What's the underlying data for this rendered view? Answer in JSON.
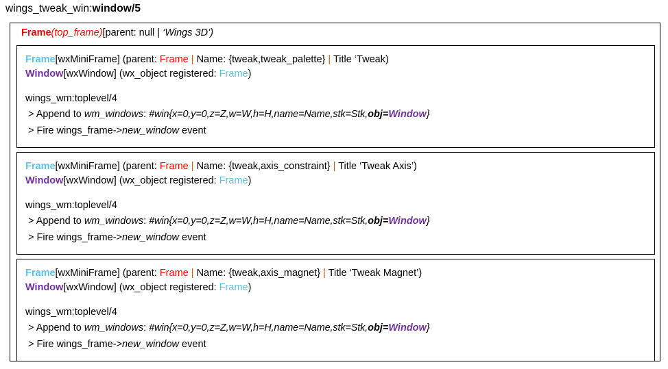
{
  "page": {
    "title_prefix": "wings_tweak_win:",
    "title_suffix": "window/5"
  },
  "colors": {
    "frame_red": "#FF0000",
    "frame_blue": "#5BC3E5",
    "window_purple": "#7030A0",
    "separator_orange": "#C55A11",
    "text_black": "#000000",
    "border": "#000000",
    "background": "#FFFFFF"
  },
  "outer_frame": {
    "class_name": "Frame",
    "instance": "(top_frame)",
    "details": "[parent: null | ",
    "title": "‘Wings 3D’)"
  },
  "blocks": [
    {
      "frame_keyword": "Frame",
      "frame_type": "[wxMiniFrame] (parent: ",
      "parent": "Frame",
      "sep1": " | ",
      "name_label": "Name: {tweak,tweak_palette} ",
      "sep2": "| ",
      "title": "Title ‘Tweak)",
      "window_keyword": "Window",
      "window_type": "[wxWindow] (wx_object registered: ",
      "window_ref": "Frame",
      "window_close": ")",
      "module_line": "wings_wm:toplevel/4",
      "append_prefix": "> Append to ",
      "append_target": "wm_windows",
      "append_colon": ":  ",
      "append_record": "#win{x=0,y=0,z=Z,w=W,h=H,name=Name,stk=Stk,",
      "append_obj_key": "obj",
      "append_obj_eq": "=",
      "append_obj_val": "Window",
      "append_close": "}",
      "fire_prefix": "> Fire wings_frame->",
      "fire_event": "new_window",
      "fire_suffix": " event"
    },
    {
      "frame_keyword": "Frame",
      "frame_type": "[wxMiniFrame] (parent: ",
      "parent": "Frame",
      "sep1": " | ",
      "name_label": "Name: {tweak,axis_constraint} ",
      "sep2": "| ",
      "title": "Title ‘Tweak Axis’)",
      "window_keyword": "Window",
      "window_type": "[wxWindow] (wx_object registered: ",
      "window_ref": "Frame",
      "window_close": ")",
      "module_line": "wings_wm:toplevel/4",
      "append_prefix": "> Append to ",
      "append_target": "wm_windows",
      "append_colon": ":  ",
      "append_record": "#win{x=0,y=0,z=Z,w=W,h=H,name=Name,stk=Stk,",
      "append_obj_key": "obj",
      "append_obj_eq": "=",
      "append_obj_val": "Window",
      "append_close": "}",
      "fire_prefix": "> Fire wings_frame->",
      "fire_event": "new_window",
      "fire_suffix": " event"
    },
    {
      "frame_keyword": "Frame",
      "frame_type": "[wxMiniFrame] (parent: ",
      "parent": "Frame",
      "sep1": " | ",
      "name_label": "Name: {tweak,axis_magnet} ",
      "sep2": "| ",
      "title": "Title ‘Tweak Magnet’)",
      "window_keyword": "Window",
      "window_type": "[wxWindow] (wx_object registered: ",
      "window_ref": "Frame",
      "window_close": ")",
      "module_line": "wings_wm:toplevel/4",
      "append_prefix": "> Append to ",
      "append_target": "wm_windows",
      "append_colon": ":  ",
      "append_record": "#win{x=0,y=0,z=Z,w=W,h=H,name=Name,stk=Stk,",
      "append_obj_key": "obj",
      "append_obj_eq": "=",
      "append_obj_val": "Window",
      "append_close": "}",
      "fire_prefix": "> Fire wings_frame->",
      "fire_event": "new_window",
      "fire_suffix": " event"
    }
  ]
}
